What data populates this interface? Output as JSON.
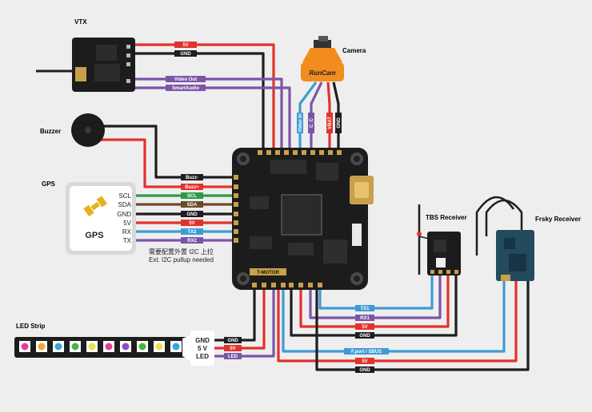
{
  "components": {
    "vtx": "VTX",
    "camera": "Camera",
    "buzzer": "Buzzer",
    "gps": "GPS",
    "tbs_receiver": "TBS Receiver",
    "frsky_receiver": "Frsky Receiver",
    "led_strip": "LED Strip"
  },
  "vtx_wires": {
    "v5": "5V",
    "gnd": "GND",
    "video_out": "Video Out",
    "smart_audio": "SmartAudio"
  },
  "camera_wires": {
    "video_in": "Video In",
    "cc": "C_C",
    "vbat": "VBAT",
    "gnd": "GND",
    "logo": "RunCam"
  },
  "fc_pads": [
    "Buzz-",
    "Buzz+",
    "SCL",
    "SDA",
    "GND",
    "5V",
    "TX2",
    "RX2"
  ],
  "gps_module": {
    "pins": [
      "SCL",
      "SDA",
      "GND",
      "5V",
      "RX",
      "TX"
    ],
    "logo": "GPS"
  },
  "gps_note": {
    "zh": "需要配置外置 I2C 上拉",
    "en": "Ext. I2C pullup needed"
  },
  "tbs_wires": {
    "tx1": "TX1",
    "rx1": "RX1",
    "v5": "5V",
    "gnd": "GND"
  },
  "frsky_wires": {
    "sbus": "F.port / SBUS",
    "v5": "5V",
    "gnd": "GND"
  },
  "led_strip": {
    "pins": [
      "GND",
      "5 V",
      "LED"
    ],
    "wires": [
      "GND",
      "5V",
      "LED"
    ]
  },
  "fc_brand": "T-MOTOR",
  "colors": {
    "red": "#e2322b",
    "black": "#1e1e1e",
    "purple": "#7c55a6",
    "blue": "#3f9bd5",
    "green": "#2e9a47",
    "brown": "#6b4a2b",
    "board": "#1c1c1c",
    "camera": "#f28c1e"
  },
  "led_colors": [
    "#e0409a",
    "#f2a531",
    "#31a7df",
    "#49b34a",
    "#e8e14a",
    "#e0409a",
    "#8d4fbd",
    "#49b34a",
    "#e8e14a",
    "#31a7df"
  ]
}
